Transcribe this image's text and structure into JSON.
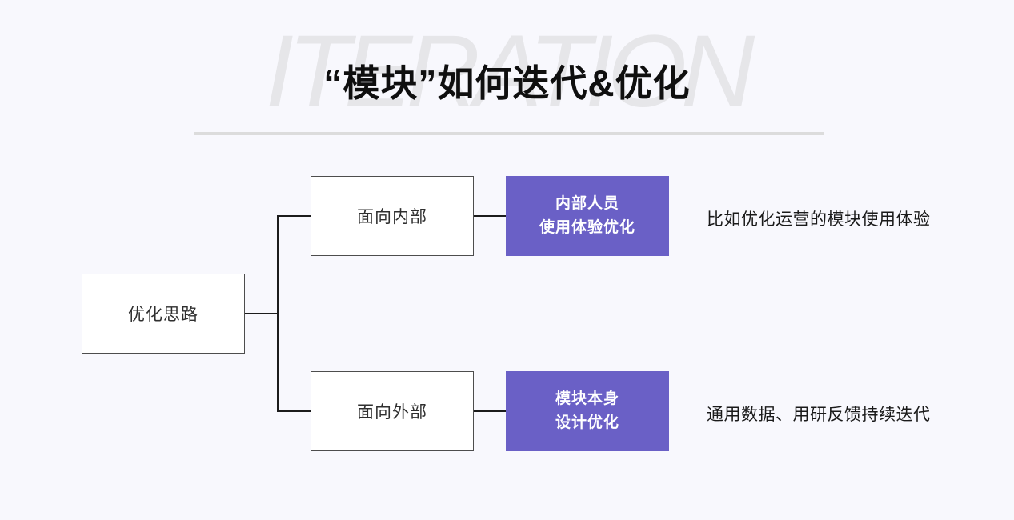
{
  "colors": {
    "background": "#f8f8fd",
    "watermark": "#e6e6e9",
    "divider": "#dcdcdc",
    "accent": "#6a60c6",
    "box_border": "#4d4d4d",
    "connector": "#1c1c1c"
  },
  "header": {
    "watermark": "ITERATION",
    "title": "“模块”如何迭代&优化"
  },
  "diagram": {
    "root": {
      "label": "优化思路"
    },
    "branches": [
      {
        "node": {
          "label": "面向内部"
        },
        "result": {
          "line1": "内部人员",
          "line2": "使用体验优化"
        },
        "note": "比如优化运营的模块使用体验"
      },
      {
        "node": {
          "label": "面向外部"
        },
        "result": {
          "line1": "模块本身",
          "line2": "设计优化"
        },
        "note": "通用数据、用研反馈持续迭代"
      }
    ]
  }
}
